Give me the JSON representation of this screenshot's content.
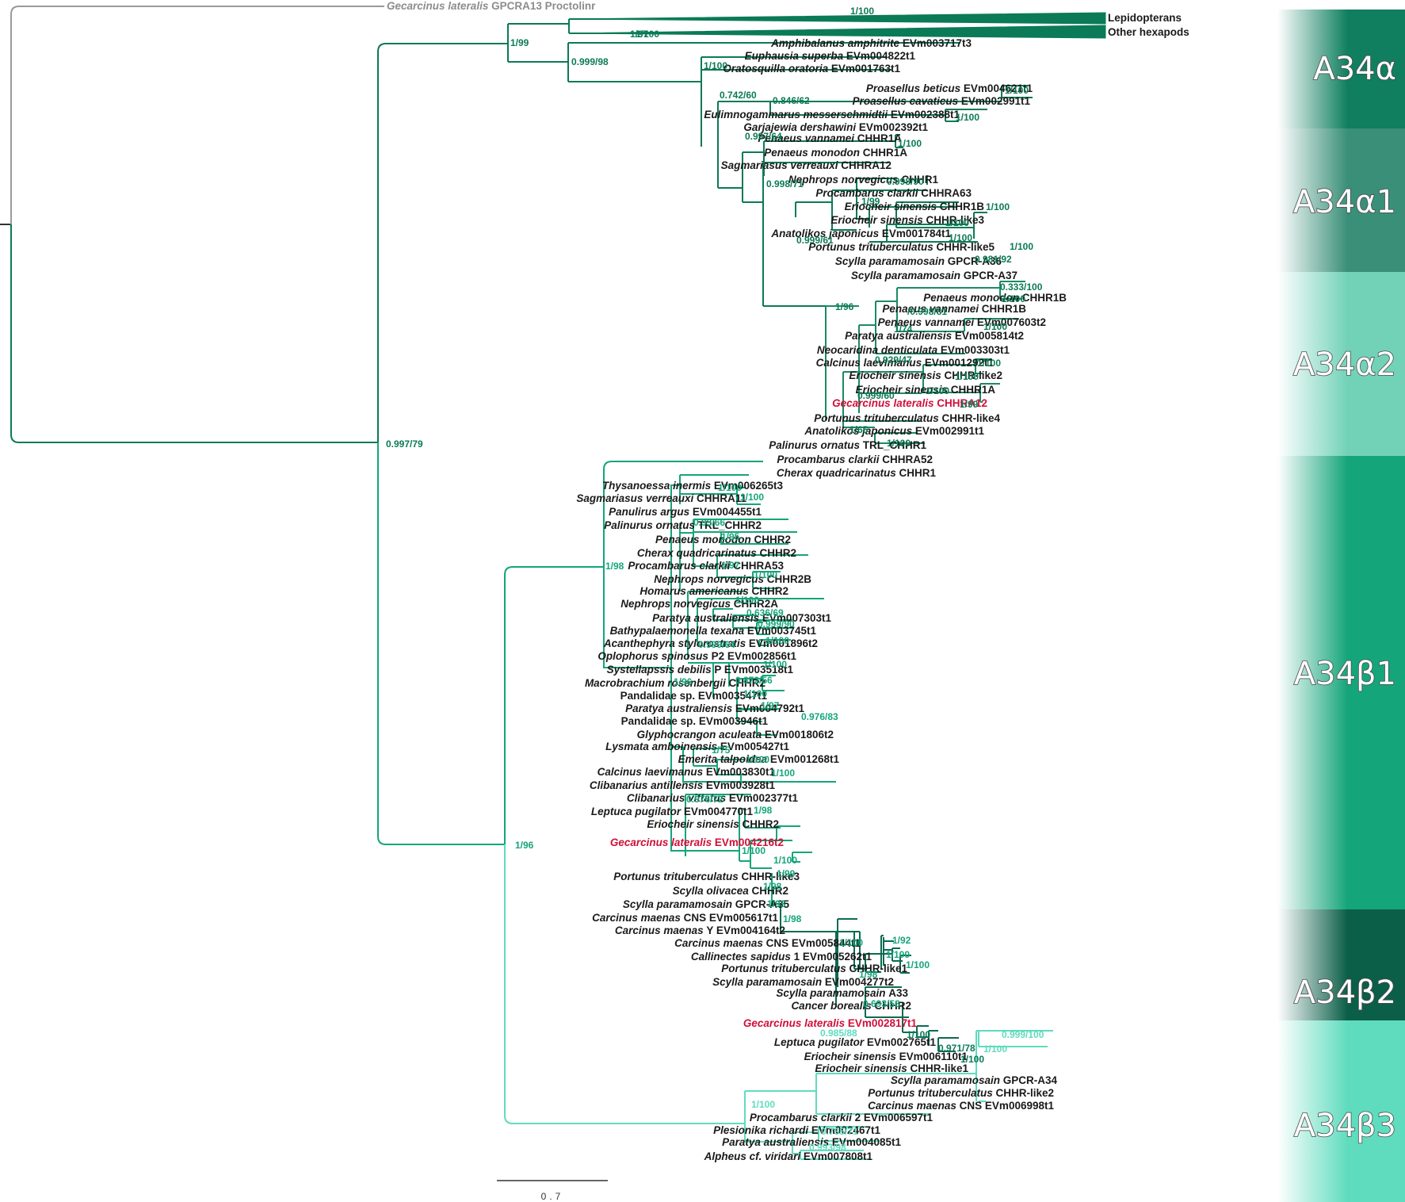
{
  "outgroup": {
    "species": "Gecarcinus lateralis",
    "gene": "GPCRA13 Proctolinr"
  },
  "collapsed": [
    {
      "label": "Lepidopterans"
    },
    {
      "label": "Other hexapods"
    }
  ],
  "leaves": [
    {
      "species": "Amphibalanus amphitrite",
      "gene": "EVm003717t3"
    },
    {
      "species": "Euphausia superba",
      "gene": "EVm004822t1"
    },
    {
      "species": "Oratosquilla oratoria",
      "gene": "EVm001763t1"
    },
    {
      "species": "Proasellus beticus",
      "gene": "EVm004621t1"
    },
    {
      "species": "Proasellus cavaticus",
      "gene": "EVm002991t1"
    },
    {
      "species": "Eulimnogammarus messerschmidtii",
      "gene": "EVm002388t1"
    },
    {
      "species": "Garjajewia dershawini",
      "gene": "EVm002392t1"
    },
    {
      "species": "Penaeus vannamei",
      "gene": "CHHR1A"
    },
    {
      "species": "Penaeus monodon",
      "gene": "CHHR1A"
    },
    {
      "species": "Sagmariasus verreauxi",
      "gene": "CHHRA12"
    },
    {
      "species": "Nephrops norvegicus",
      "gene": "CHHR1"
    },
    {
      "species": "Procambarus clarkii",
      "gene": "CHHRA63"
    },
    {
      "species": "Eriocheir sinensis",
      "gene": "CHHR1B"
    },
    {
      "species": "Eriocheir sinensis",
      "gene": "CHHR-like3"
    },
    {
      "species": "Anatolikos japonicus",
      "gene": "EVm001784t1"
    },
    {
      "species": "Portunus trituberculatus",
      "gene": "CHHR-like5"
    },
    {
      "species": "Scylla paramamosain",
      "gene": "GPCR-A36"
    },
    {
      "species": "Scylla paramamosain",
      "gene": "GPCR-A37"
    },
    {
      "species": "Penaeus monodon",
      "gene": "CHHR1B"
    },
    {
      "species": "Penaeus vannamei",
      "gene": "CHHR1B"
    },
    {
      "species": "Penaeus vannamei",
      "gene": "EVm007603t2"
    },
    {
      "species": "Paratya australiensis",
      "gene": "EVm005814t2"
    },
    {
      "species": "Neocaridina denticulata",
      "gene": "EVm003303t1"
    },
    {
      "species": "Calcinus laevimanus",
      "gene": "EVm001292t1"
    },
    {
      "species": "Eriocheir sinensis",
      "gene": "CHHR-like2"
    },
    {
      "species": "Eriocheir sinensis",
      "gene": "CHHR1A"
    },
    {
      "species": "Gecarcinus lateralis",
      "gene": "CHHRA12",
      "hl": true
    },
    {
      "species": "Portunus trituberculatus",
      "gene": "CHHR-like4"
    },
    {
      "species": "Anatolikos japonicus",
      "gene": "EVm002991t1"
    },
    {
      "species": "Palinurus ornatus",
      "gene": "TRL_CHHR1"
    },
    {
      "species": "Procambarus clarkii",
      "gene": "CHHRA52"
    },
    {
      "species": "Cherax quadricarinatus",
      "gene": "CHHR1"
    },
    {
      "species": "Thysanoessa inermis",
      "gene": "EVm006265t3"
    },
    {
      "species": "Sagmariasus verreauxi",
      "gene": "CHHRA11"
    },
    {
      "species": "Panulirus argus",
      "gene": "EVm004455t1"
    },
    {
      "species": "Palinurus ornatus",
      "gene": "TRL_CHHR2"
    },
    {
      "species": "Penaeus monodon",
      "gene": "CHHR2"
    },
    {
      "species": "Cherax quadricarinatus",
      "gene": "CHHR2"
    },
    {
      "species": "Procambarus clarkii",
      "gene": "CHHRA53"
    },
    {
      "species": "Nephrops norvegicus",
      "gene": "CHHR2B"
    },
    {
      "species": "Homarus americanus",
      "gene": "CHHR2"
    },
    {
      "species": "Nephrops norvegicus",
      "gene": "CHHR2A"
    },
    {
      "species": "Paratya australiensis",
      "gene": "EVm007303t1"
    },
    {
      "species": "Bathypalaemonella texana",
      "gene": "EVm003745t1"
    },
    {
      "species": "Acanthephyra stylorostratis",
      "gene": "EVm001896t2"
    },
    {
      "species": "Oplophorus spinosus",
      "gene": "P2 EVm002856t1"
    },
    {
      "species": "Systellapssis debilis",
      "gene": "P EVm003518t1"
    },
    {
      "species": "Macrobrachium rosenbergii",
      "gene": "CHHR2"
    },
    {
      "species": "",
      "gene": "Pandalidae sp. EVm003547t1"
    },
    {
      "species": "Paratya australiensis",
      "gene": "EVm004792t1"
    },
    {
      "species": "",
      "gene": "Pandalidae sp. EVm003946t1"
    },
    {
      "species": "Glyphocrangon aculeata",
      "gene": "EVm001806t2"
    },
    {
      "species": "Lysmata amboinensis",
      "gene": "EVm005427t1"
    },
    {
      "species": "Emerita talpoidea",
      "gene": "EVm001268t1"
    },
    {
      "species": "Calcinus laevimanus",
      "gene": "EVm003830t1"
    },
    {
      "species": "Clibanarius antillensis",
      "gene": "EVm003928t1"
    },
    {
      "species": "Clibanarius vittatus",
      "gene": "EVm002377t1"
    },
    {
      "species": "Leptuca pugilator",
      "gene": "EVm004770t1"
    },
    {
      "species": "Eriocheir sinensis",
      "gene": "CHHR2"
    },
    {
      "species": "Gecarcinus lateralis",
      "gene": "EVm004216t2",
      "hl": true
    },
    {
      "species": "Portunus trituberculatus",
      "gene": "CHHR-like3"
    },
    {
      "species": "Scylla olivacea",
      "gene": "CHHR2"
    },
    {
      "species": "Scylla paramamosain",
      "gene": "GPCR-A35"
    },
    {
      "species": "Carcinus maenas",
      "gene": "CNS EVm005617t1"
    },
    {
      "species": "Carcinus maenas",
      "gene": "Y EVm004164t2"
    },
    {
      "species": "Carcinus maenas",
      "gene": "CNS EVm005844t1"
    },
    {
      "species": "Callinectes sapidus",
      "gene": "1 EVm005262t1"
    },
    {
      "species": "Portunus trituberculatus",
      "gene": "CHHR-like1"
    },
    {
      "species": "Scylla paramamosain",
      "gene": "EVm004277t2"
    },
    {
      "species": "Scylla paramamosain",
      "gene": "A33"
    },
    {
      "species": "Cancer borealis",
      "gene": "CHHR2"
    },
    {
      "species": "Gecarcinus lateralis",
      "gene": "EVm002817t1",
      "hl": true
    },
    {
      "species": "Leptuca pugilator",
      "gene": "EVm002765t1"
    },
    {
      "species": "Eriocheir sinensis",
      "gene": "EVm006110t1"
    },
    {
      "species": "Eriocheir sinensis",
      "gene": "CHHR-like1"
    },
    {
      "species": "Scylla paramamosain",
      "gene": "GPCR-A34"
    },
    {
      "species": "Portunus trituberculatus",
      "gene": "CHHR-like2"
    },
    {
      "species": "Carcinus maenas",
      "gene": "CNS EVm006998t1"
    },
    {
      "species": "Procambarus clarkii",
      "gene": "2 EVm006597t1"
    },
    {
      "species": "Plesionika richardi",
      "gene": "EVm002467t1"
    },
    {
      "species": "Paratya australiensis",
      "gene": "EVm004085t1"
    },
    {
      "species": "Alpheus cf. viridari",
      "gene": "EVm007808t1"
    }
  ],
  "supports": [
    "1/100",
    "1/97",
    "1/100",
    "1/99",
    "0.999/98",
    "1/100",
    "0.742/60",
    "0.846/62",
    "1/100",
    "1/100",
    "0.997/64",
    "1/100",
    "0.998/71",
    "0.998/90",
    "1/99",
    "1/100",
    "1/100",
    "1/100",
    "1/100",
    "0.981/92",
    "0.999/61",
    "0.333/100",
    "1/100",
    "/0.998/81",
    "1/96",
    "1/100",
    "1/74",
    "0.929/47",
    "1/100",
    "1/100",
    "1/100",
    "1/99",
    "0.999/60",
    "1/65",
    "1/100",
    "0.997/79",
    "1/100",
    "1/100",
    "0.93/66",
    "1/95",
    "1/97",
    "1/100",
    "1/100",
    "0.636/69",
    "0.999/90",
    "1/100",
    "0.999/64",
    "1/100",
    "0.872/56",
    "1/100",
    "1/97",
    "0.976/83",
    "1/98",
    "1/96",
    "1/75",
    "1/100",
    "1/100",
    "0.976/72",
    "1/98",
    "1/100",
    "1/100",
    "1/99",
    "1/98",
    "1/93",
    "1/98",
    "1/92",
    "1/100",
    "1/100",
    "1/100",
    "1/98",
    "0.693/58",
    "1/100",
    "0.971/78",
    "1/100",
    "1/96",
    "0.999/100",
    "1/100",
    "0.985/88",
    "0.735/71",
    "0.993/98",
    "1/100"
  ],
  "clades": [
    "A34α",
    "A34α1",
    "A34α2",
    "A34β1",
    "A34β2",
    "A34β3"
  ],
  "scale_bar": "0.7",
  "colors": {
    "deep": "#0b7a57",
    "mid": "#15a57a",
    "light": "#5fdcbe",
    "outgroup": "#9a9a9a",
    "highlight": "#d0103a",
    "clade_alpha": "#0f7f5f",
    "clade_alpha1": "#3a8f78",
    "clade_alpha2": "#72d2b8",
    "clade_beta1": "#15a57a",
    "clade_beta2": "#0b5e48",
    "clade_beta3": "#5fdcbe"
  }
}
